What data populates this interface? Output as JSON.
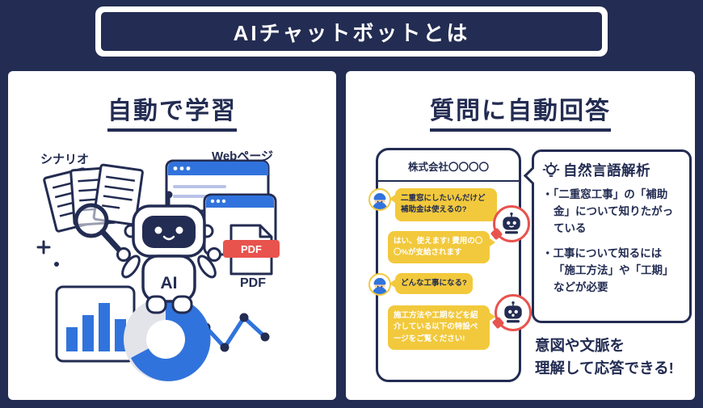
{
  "header": {
    "title": "AIチャットボットとは"
  },
  "left_panel": {
    "title": "自動で学習",
    "labels": {
      "scenario": "シナリオ",
      "web": "Webページ",
      "pdf_badge": "PDF",
      "pdf_label": "PDF",
      "ai_badge": "AI"
    }
  },
  "right_panel": {
    "title": "質問に自動回答",
    "phone": {
      "company": "株式会社〇〇〇〇",
      "messages": [
        {
          "from": "user",
          "text": "二重窓にしたいんだけど補助金は使えるの?"
        },
        {
          "from": "bot",
          "text": "はい、使えます! 費用の〇〇%が支給されます"
        },
        {
          "from": "user",
          "text": "どんな工事になる?"
        },
        {
          "from": "bot",
          "text": "施工方法や工期などを紹介している以下の特設ページをご覧ください!"
        }
      ]
    },
    "analysis": {
      "title": "自然言語解析",
      "points": [
        "・「二重窓工事」の「補助金」について知りたがっている",
        "・工事について知るには「施工方法」や「工期」などが必要"
      ],
      "footer": "意図や文脈を\n理解して応答できる!"
    }
  },
  "icons": [
    "documents-icon",
    "magnifier-icon",
    "browser-windows-icon",
    "pdf-icon",
    "bar-chart-icon",
    "donut-chart-icon",
    "line-chart-icon",
    "robot-ai-icon",
    "user-avatar-icon",
    "robot-avatar-icon",
    "lightbulb-icon",
    "sparkle-icon"
  ],
  "colors": {
    "navy": "#232c52",
    "blue": "#3173dc",
    "yellow": "#f2c93c",
    "red": "#e8534e"
  }
}
